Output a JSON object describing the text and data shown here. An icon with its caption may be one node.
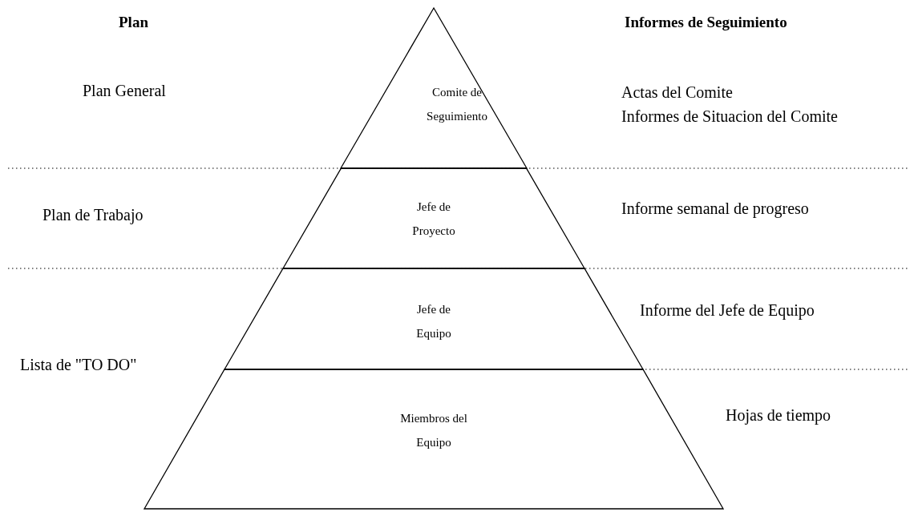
{
  "diagram": {
    "nodes": [
      {
        "text": [
          "Comite de Seguimiento"
        ]
      },
      {
        "text": [
          "Jefe de Proyecto"
        ]
      },
      {
        "text": [
          "Jefe de Equipo"
        ]
      },
      {
        "text": [
          "Miembros del Equipo"
        ]
      }
    ],
    "labels": [
      "Plan",
      "Informes de Seguimiento",
      "Plan General",
      "Actas del Comite",
      "Informes de Situacion del Comite",
      "Plan de Trabajo",
      "Informe semanal de progreso",
      "Informe del Jefe de Equipo",
      "Lista de \"TO DO\"",
      "Hojas de tiempo"
    ]
  }
}
